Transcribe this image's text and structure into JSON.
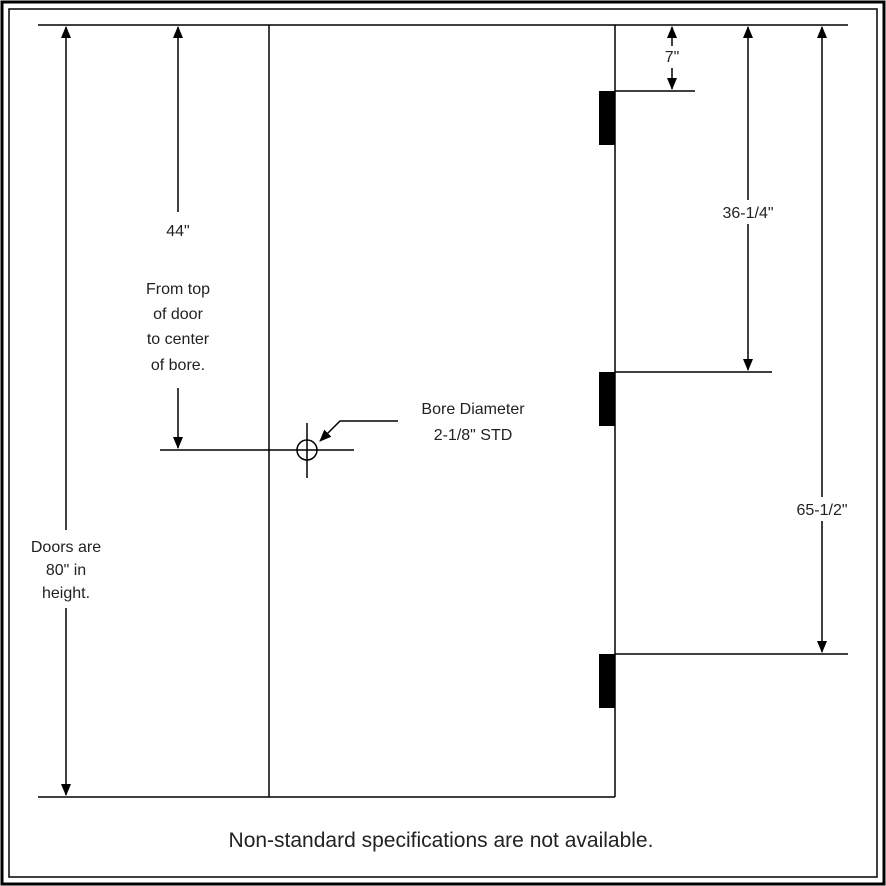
{
  "labels": {
    "top_hinge": "7\"",
    "middle_hinge": "36-1/4\"",
    "bottom_hinge": "65-1/2\"",
    "bore_height": "44\"",
    "bore_note": [
      "From top",
      "of door",
      "to center",
      "of bore."
    ],
    "bore_diameter": [
      "Bore Diameter",
      "2-1/8\" STD"
    ],
    "door_height": [
      "Doors are",
      "80\" in",
      "height."
    ],
    "footer": "Non-standard specifications are not available."
  }
}
